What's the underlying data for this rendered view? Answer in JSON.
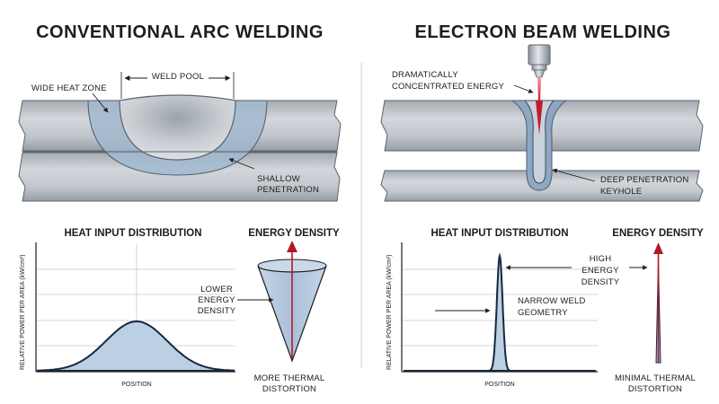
{
  "colors": {
    "steel_light": "#cfd3d8",
    "steel_dark": "#8d949c",
    "weld_blue": "#9fb8d3",
    "curve_fill": "#bcd0e4",
    "curve_line": "#15283f",
    "beam_red": "#c8192c",
    "text": "#1d1d1d",
    "grid": "#c8c8c8"
  },
  "left": {
    "title": "CONVENTIONAL ARC WELDING",
    "labels": {
      "weld_pool": "WELD POOL",
      "wide_heat_zone": "WIDE HEAT ZONE",
      "shallow_1": "SHALLOW",
      "shallow_2": "PENETRATION",
      "lower_1": "LOWER",
      "lower_2": "ENERGY",
      "lower_3": "DENSITY",
      "distortion_1": "MORE THERMAL",
      "distortion_2": "DISTORTION"
    },
    "heat_title": "HEAT INPUT DISTRIBUTION",
    "energy_title": "ENERGY DENSITY",
    "x_label": "POSITION",
    "y_label": "RELATIVE POWER PER AREA (kW/cm²)"
  },
  "right": {
    "title": "ELECTRON BEAM WELDING",
    "labels": {
      "concentrated_1": "DRAMATICALLY",
      "concentrated_2": "CONCENTRATED ENERGY",
      "deep_1": "DEEP PENETRATION",
      "deep_2": "KEYHOLE",
      "high_1": "HIGH",
      "high_2": "ENERGY",
      "high_3": "DENSITY",
      "narrow_1": "NARROW WELD",
      "narrow_2": "GEOMETRY",
      "minimal_1": "MINIMAL THERMAL",
      "minimal_2": "DISTORTION"
    },
    "heat_title": "HEAT INPUT DISTRIBUTION",
    "energy_title": "ENERGY DENSITY",
    "x_label": "POSITION",
    "y_label": "RELATIVE POWER PER AREA (kW/cm²)"
  }
}
